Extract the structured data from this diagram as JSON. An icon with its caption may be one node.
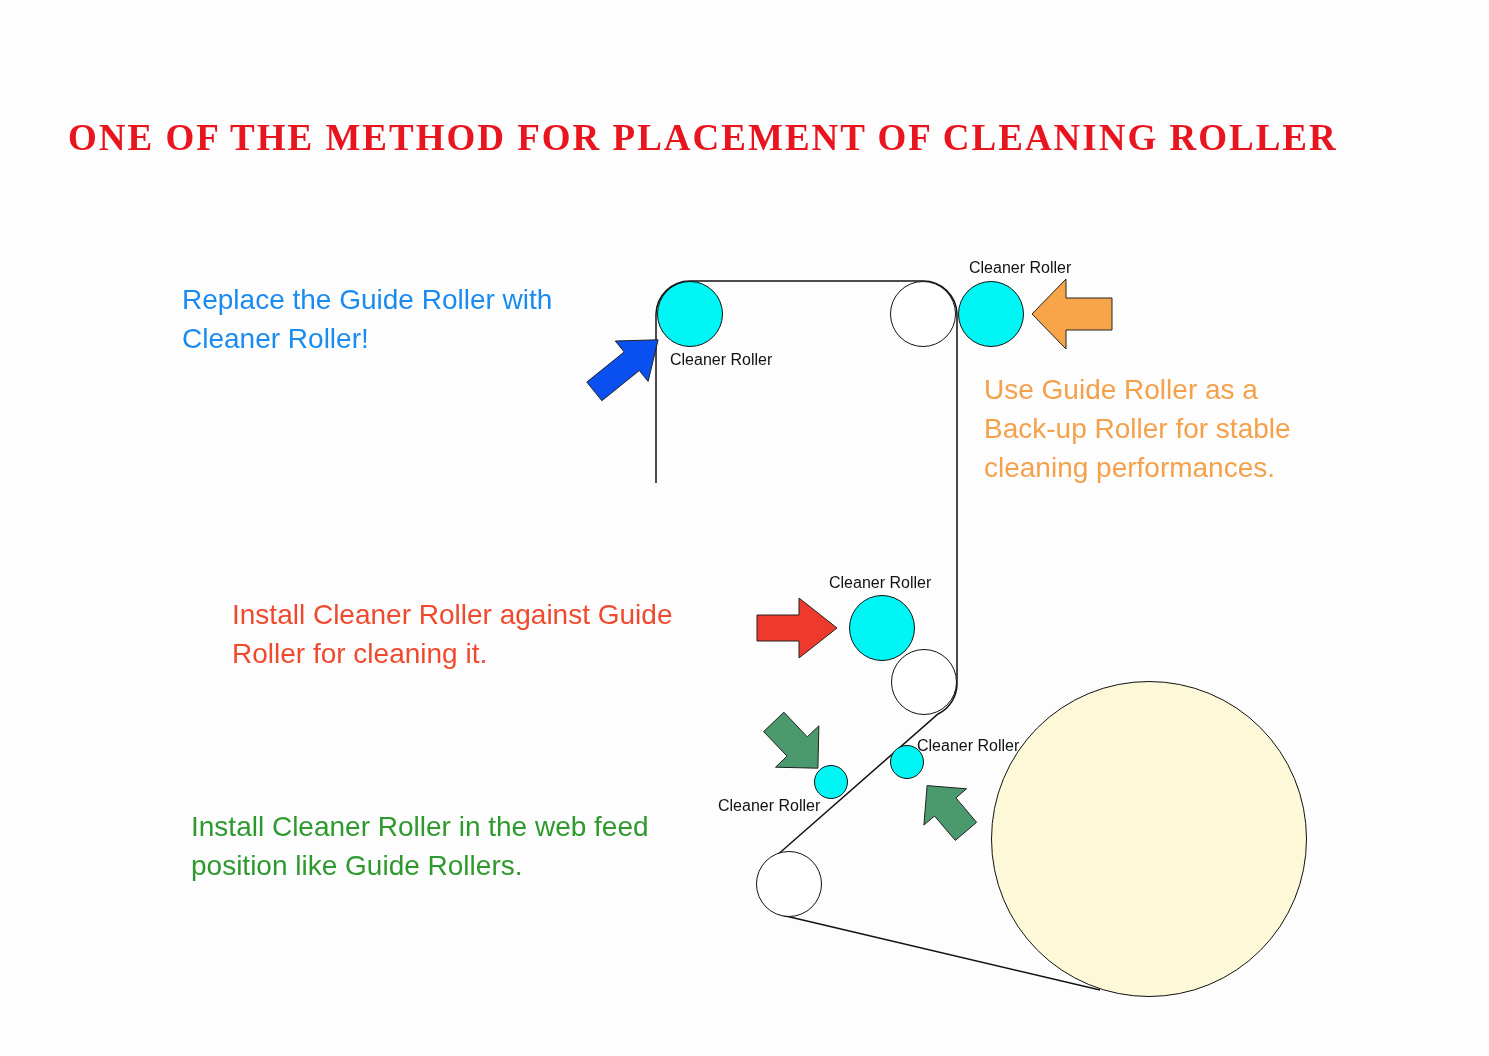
{
  "diagram": {
    "title": "ONE OF THE METHOD FOR PLACEMENT OF CLEANING ROLLER",
    "nodes": [
      {
        "text": [
          "Cleaner Roller"
        ]
      },
      {
        "text": [],
        "shape": "circle"
      },
      {
        "text": [
          "Cleaner Roller"
        ]
      },
      {
        "text": [
          "Cleaner Roller"
        ]
      },
      {
        "text": [],
        "shape": "circle"
      },
      {
        "text": [
          "Cleaner Roller"
        ]
      },
      {
        "text": [
          "Cleaner Roller"
        ]
      },
      {
        "text": [],
        "shape": "circle"
      },
      {
        "text": [],
        "shape": "circle"
      }
    ],
    "edges": [
      {
        "from": null,
        "to": 0,
        "arrow": "to",
        "color": "#0a50f0"
      },
      {
        "from": null,
        "to": 2,
        "arrow": "to",
        "color": "#f7a548"
      },
      {
        "from": null,
        "to": 3,
        "arrow": "to",
        "color": "#ee3a2c"
      },
      {
        "from": null,
        "to": 6,
        "arrow": "to",
        "color": "#4a9a6e"
      },
      {
        "from": null,
        "to": 5,
        "arrow": "to",
        "color": "#4a9a6e"
      }
    ],
    "labels": [
      "Replace the Guide Roller with Cleaner Roller!",
      "Use Guide Roller as a Back-up Roller for stable cleaning performances.",
      "Install Cleaner Roller against Guide Roller for cleaning it.",
      "Install Cleaner Roller in the web feed position like Guide Rollers."
    ]
  }
}
